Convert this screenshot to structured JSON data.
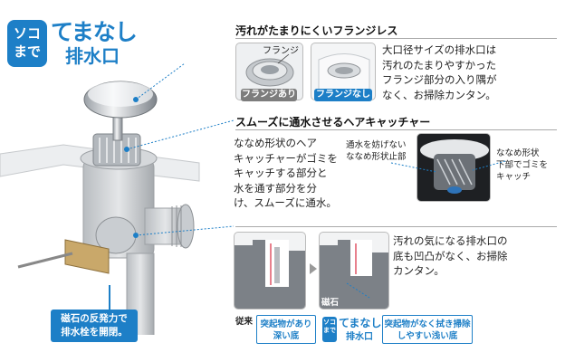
{
  "logo": {
    "badge_line1": "ソコ",
    "badge_line2": "まで",
    "main": "てまなし",
    "sub": "排水口"
  },
  "sections": [
    {
      "title": "汚れがたまりにくいフランジレス",
      "body": [
        "大口径サイズの排水口は",
        "汚れのたまりやすかった",
        "フランジ部分の入り隅が",
        "なく、お掃除カンタン。"
      ],
      "label_flange": "フランジ",
      "tag_with": "フランジあり",
      "tag_without": "フランジなし"
    },
    {
      "title": "スムーズに通水させるヘアキャッチャー",
      "body": [
        "ななめ形状のヘア",
        "キャッチャーがゴミを",
        "キャッチする部分と",
        "水を通す部分を分",
        "け、スムーズに通水。"
      ],
      "label_left": [
        "通水を妨げない",
        "ななめ形状止部"
      ],
      "label_right": [
        "ななめ形状",
        "下部でゴミを",
        "キャッチ"
      ]
    },
    {
      "body": [
        "汚れの気になる排水口の",
        "底も凹凸がなく、お掃除",
        "カンタン。"
      ],
      "label_conventional": "従来",
      "label_magnet": "磁石",
      "callout_old": [
        "突起物があり",
        "深い底"
      ],
      "callout_new": [
        "突起物がなく拭き掃除",
        "しやすい浅い底"
      ]
    }
  ],
  "magnet_note": [
    "磁石の反発力で",
    "排水栓を開閉。"
  ],
  "colors": {
    "accent": "#1d7fc7",
    "tag_grey": "#7d7d7d"
  }
}
